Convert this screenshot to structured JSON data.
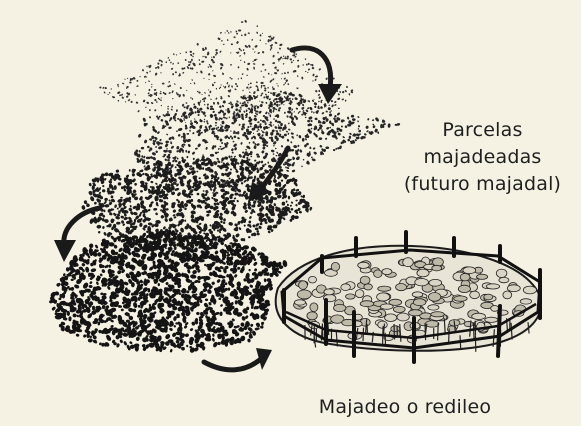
{
  "labels": {
    "parcelas": [
      "Parcelas",
      "majadeadas",
      "(futuro majadal)"
    ],
    "majadeo": "Majadeo o redileo"
  },
  "icons": [
    "curved-arrow-icon"
  ],
  "colors": {
    "background": "#f5f2e4",
    "ink": "#1f1f1f"
  }
}
